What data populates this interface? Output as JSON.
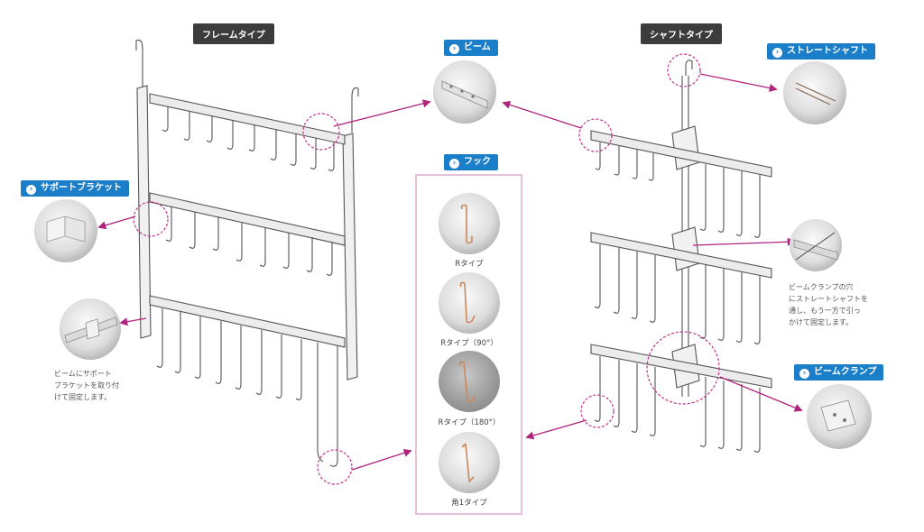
{
  "headings": {
    "frame_type": "フレームタイプ",
    "shaft_type": "シャフトタイプ"
  },
  "callouts": {
    "beam": "ビーム",
    "hook": "フック",
    "support_bracket": "サポートブラケット",
    "straight_shaft": "ストレートシャフト",
    "beam_clamp": "ビームクランプ"
  },
  "notes": {
    "support_bracket": [
      "ビームにサポート",
      "ブラケットを取り付",
      "けて固定します。"
    ],
    "beam_clamp": [
      "ビームクランプの穴",
      "にストレートシャフトを",
      "通し、もう一方で引っ",
      "かけて固定します。"
    ]
  },
  "hook_types": [
    "Rタイプ",
    "Rタイプ（90°）",
    "Rタイプ（180°）",
    "角1タイプ"
  ],
  "colors": {
    "heading_bg": "#3c3c3c",
    "callout_bg": "#1a7fc8",
    "arrow": "#b0237e",
    "hook_panel_border": "#e6bfd8",
    "copper": "#c9885c"
  }
}
